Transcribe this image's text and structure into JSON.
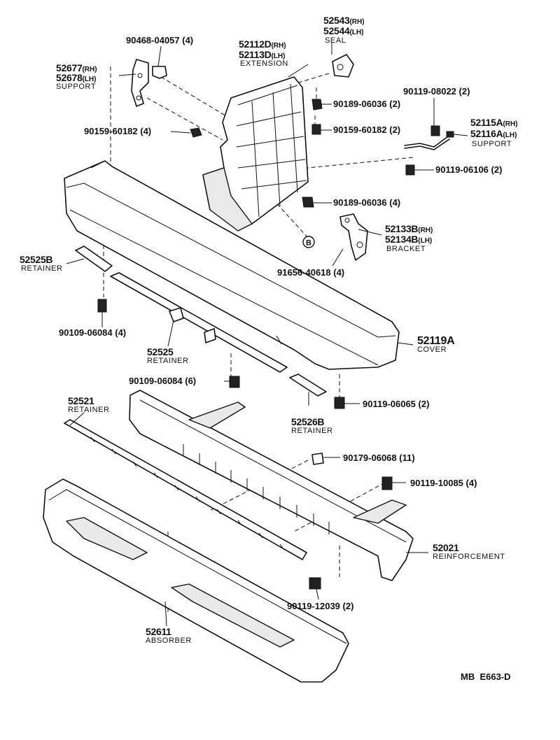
{
  "footer_code": "MB  E663-D",
  "marker_b": "B",
  "parts": {
    "p52543": {
      "number": "52543",
      "suffix": "(RH)"
    },
    "p52544": {
      "number": "52544",
      "suffix": "(LH)"
    },
    "seal": "SEAL",
    "p52112d": {
      "number": "52112D",
      "suffix": "(RH)"
    },
    "p52113d": {
      "number": "52113D",
      "suffix": "(LH)"
    },
    "extension": "EXTENSION",
    "p90468": "90468-04057 (4)",
    "p52677": {
      "number": "52677",
      "suffix": "(RH)"
    },
    "p52678": {
      "number": "52678",
      "suffix": "(LH)"
    },
    "support_left": "SUPPORT",
    "p90189_a": "90189-06036 (2)",
    "p90119_08022": "90119-08022 (2)",
    "p90159_left": "90159-60182 (4)",
    "p90159_right": "90159-60182 (2)",
    "p52115a": {
      "number": "52115A",
      "suffix": "(RH)"
    },
    "p52116a": {
      "number": "52116A",
      "suffix": "(LH)"
    },
    "support_right": "SUPPORT",
    "p90119_06106": "90119-06106 (2)",
    "p90189_b": "90189-06036 (4)",
    "p52133b": {
      "number": "52133B",
      "suffix": "(RH)"
    },
    "p52134b": {
      "number": "52134B",
      "suffix": "(LH)"
    },
    "bracket": "BRACKET",
    "p91656": "91656-40618 (4)",
    "p52525b": "52525B",
    "retainer_b": "RETAINER",
    "p90109_a": "90109-06084 (4)",
    "p52119a": "52119A",
    "cover": "COVER",
    "p52525": "52525",
    "retainer_main": "RETAINER",
    "p90109_b": "90109-06084 (6)",
    "p90119_06065": "90119-06065 (2)",
    "p52521": "52521",
    "retainer_lower": "RETAINER",
    "p52526b": "52526B",
    "retainer_526": "RETAINER",
    "p90179": "90179-06068 (11)",
    "p90119_10085": "90119-10085 (4)",
    "p52021": "52021",
    "reinforcement": "REINFORCEMENT",
    "p90119_12039": "90119-12039 (2)",
    "p52611": "52611",
    "absorber": "ABSORBER"
  }
}
